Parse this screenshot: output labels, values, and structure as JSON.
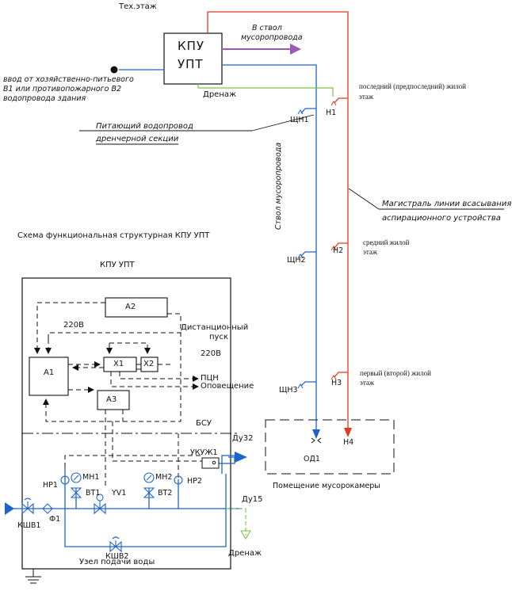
{
  "labels": {
    "tech_floor": "Тех.этаж",
    "kpu_box_line1": "КПУ",
    "kpu_box_line2": "УПТ",
    "chute_in_line1": "В ствол",
    "chute_in_line2": "мусоропровода",
    "input_line1": "ввод от хозяйственно-питьевого",
    "input_line2": "В1 или противопожарного В2",
    "input_line3": "водопровода здания",
    "drain_top": "Дренаж",
    "last_floor_line1": "последний (предпоследний) жилой",
    "last_floor_line2": "этаж",
    "supply_line1": "Питающий водопровод",
    "supply_line2": "дренчерной секции",
    "chute_vertical": "Ствол мусоропровода",
    "main_line1": "Магистраль линии всасывания",
    "main_line2": "аспирационного устройства",
    "scheme_title": "Схема функциональная структурная КПУ УПТ",
    "kpu_upt": "КПУ УПТ",
    "mid_floor_line1": "средний жилой",
    "mid_floor_line2": "этаж",
    "first_floor_line1": "первый (второй) жилой",
    "first_floor_line2": "этаж",
    "remote_line1": "Дистанционный",
    "remote_line2": "пуск",
    "v220_left": "220В",
    "v220_right": "220В",
    "pcn": "ПЦН",
    "alert": "Оповещение",
    "bsu": "БСУ",
    "du32": "Ду32",
    "ukuzh1": "УКУЖ1",
    "du15": "Ду15",
    "drain_bottom": "Дренаж",
    "water_unit": "Узел подачи воды",
    "room": "Помещение мусорокамеры",
    "od1": "ОД1"
  },
  "components": {
    "a1": "А1",
    "a2": "А2",
    "a3": "А3",
    "x1": "Х1",
    "x2": "Х2",
    "shn1": "ЩН1",
    "shn2": "ЩН2",
    "shn3": "ЩН3",
    "n1": "Н1",
    "n2": "Н2",
    "n3": "Н3",
    "n4": "Н4",
    "mn1": "МН1",
    "mn2": "МН2",
    "vt1": "ВТ1",
    "vt2": "ВТ2",
    "hp1": "НР1",
    "hp2": "НР2",
    "yv1": "YV1",
    "f1": "Ф1",
    "ksv1": "КШВ1",
    "ksv2": "КШВ2"
  },
  "colors": {
    "water": "#1e64c8",
    "fire_red": "#e03a20",
    "chute": "#9b59b6",
    "drain_green": "#7cc443",
    "line": "#111111"
  }
}
